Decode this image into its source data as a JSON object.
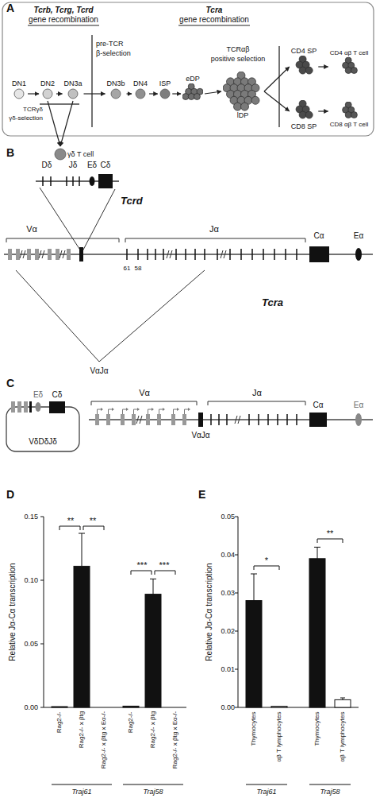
{
  "diagram": {
    "nodes": [
      {
        "text": [
          "DN1"
        ]
      },
      {
        "text": [
          "DN2"
        ]
      },
      {
        "text": [
          "DN3a"
        ]
      },
      {
        "text": [
          "DN3b"
        ]
      },
      {
        "text": [
          "DN4"
        ]
      },
      {
        "text": [
          "ISP"
        ]
      },
      {
        "text": [
          "eDP"
        ]
      },
      {
        "text": [
          "lDP"
        ]
      },
      {
        "text": [
          "CD4 SP"
        ]
      },
      {
        "text": [
          "CD8 SP"
        ]
      },
      {
        "text": [
          "CD4 αβ T cell"
        ]
      },
      {
        "text": [
          "CD8 αβ T cell"
        ]
      },
      {
        "text": [
          "γδ T cell"
        ]
      }
    ],
    "edges": [
      {
        "from": 0,
        "to": 1,
        "arrow": "to"
      },
      {
        "from": 1,
        "to": 2,
        "arrow": "to"
      },
      {
        "from": 2,
        "to": 3,
        "arrow": "to"
      },
      {
        "from": 3,
        "to": 4,
        "arrow": "to"
      },
      {
        "from": 4,
        "to": 5,
        "arrow": "to"
      },
      {
        "from": 5,
        "to": 6,
        "arrow": "to"
      },
      {
        "from": 6,
        "to": 7,
        "arrow": "to"
      },
      {
        "from": 7,
        "to": 8,
        "arrow": "to"
      },
      {
        "from": 7,
        "to": 9,
        "arrow": "to"
      },
      {
        "from": 8,
        "to": 10,
        "arrow": "to"
      },
      {
        "from": 9,
        "to": 11,
        "arrow": "to"
      },
      {
        "from": 1,
        "to": 12,
        "arrow": "to"
      },
      {
        "from": 2,
        "to": 12,
        "arrow": "to"
      }
    ],
    "labels": [
      "A",
      "Tcrb, Tcrg, Tcrd",
      "gene recombination",
      "Tcra",
      "gene recombination",
      "pre-TCR",
      "β-selection",
      "TCRαβ",
      "positive selection",
      "TCRγδ",
      "γδ-selection",
      "B",
      "Dδ",
      "Jδ",
      "Eδ",
      "Cδ",
      "Tcrd",
      "Vα",
      "Jα",
      "Cα",
      "Eα",
      "61",
      "58",
      "Tcra",
      "VαJα",
      "C",
      "Eδ",
      "Cδ",
      "VδDδJδ",
      "Vα",
      "Jα",
      "Cα",
      "Eα",
      "VαJα",
      "D",
      "Relative Jα-Cα transcription",
      "0.00",
      "0.05",
      "0.10",
      "0.15",
      "**",
      "**",
      "***",
      "***",
      "Rag2-/-",
      "Rag2-/- x βtg",
      "Rag2-/- x βtg x Eα-/-",
      "Rag2-/-",
      "Rag2-/- x βtg",
      "Rag2-/- x βtg x Eα-/-",
      "Traj61",
      "Traj58",
      "E",
      "Relative Jα-Cα transcription",
      "0.00",
      "0.01",
      "0.02",
      "0.03",
      "0.04",
      "0.05",
      "*",
      "**",
      "Thymocytes",
      "αβ T lymphocytes",
      "Thymocytes",
      "αβ T lymphocytes",
      "Traj61",
      "Traj58"
    ]
  }
}
